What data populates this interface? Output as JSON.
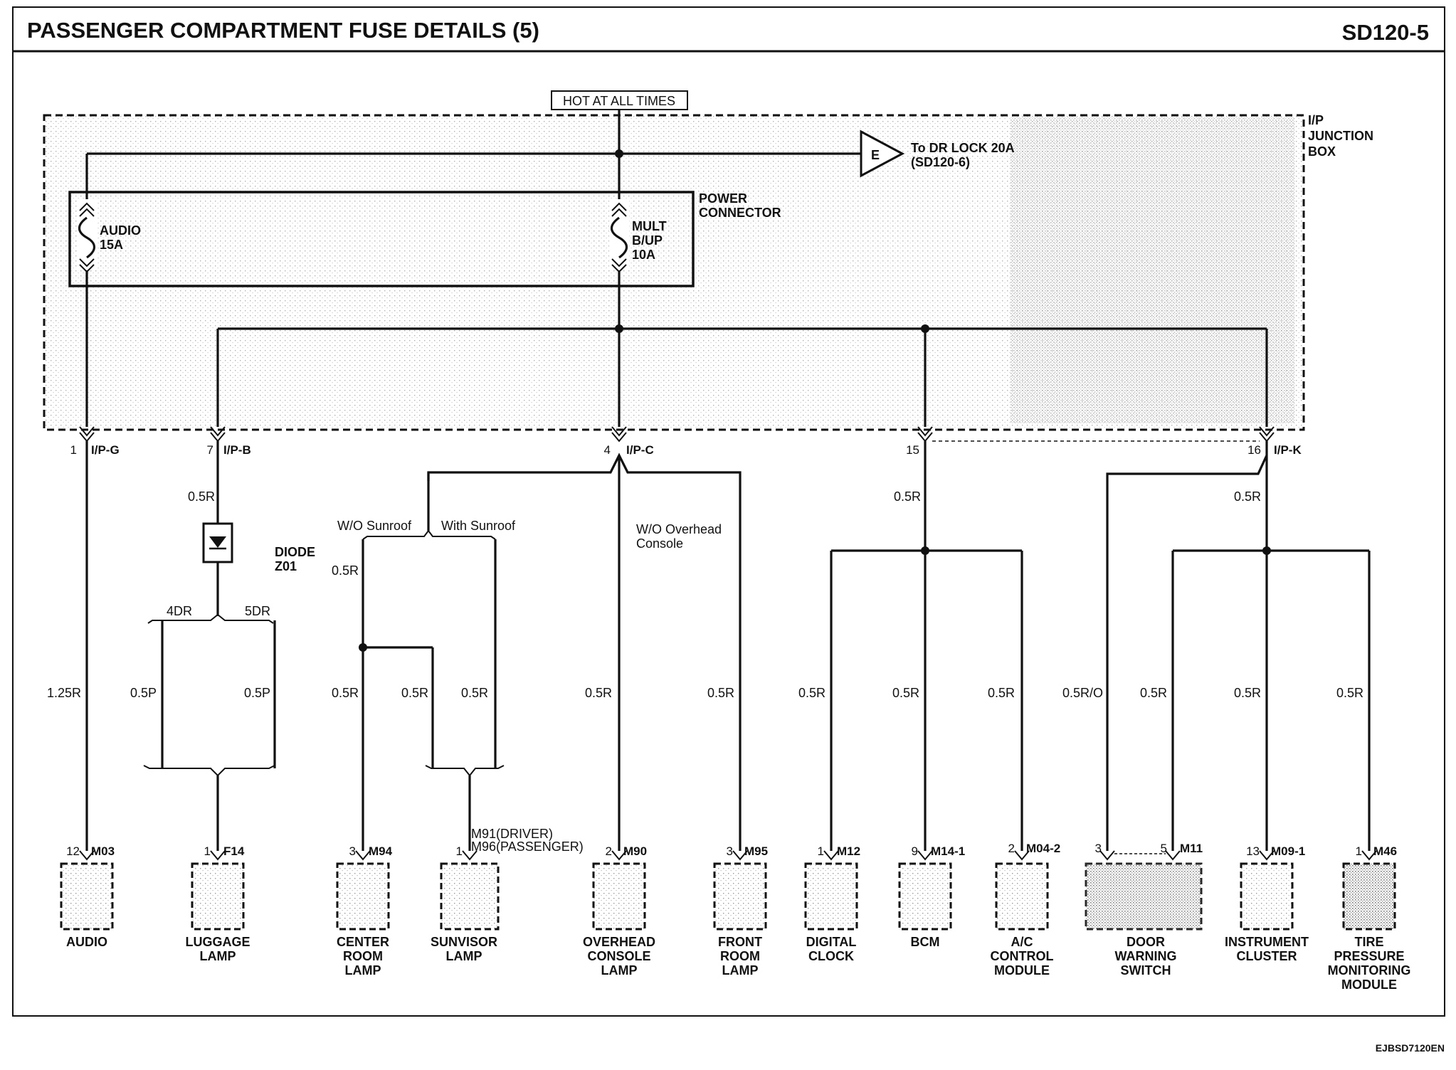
{
  "header": {
    "title": "PASSENGER COMPARTMENT FUSE DETAILS (5)",
    "code": "SD120-5"
  },
  "footer": {
    "code": "EJBSD7120EN"
  },
  "supply": {
    "label": "HOT AT ALL TIMES"
  },
  "junction_box": {
    "line1": "I/P",
    "line2": "JUNCTION",
    "line3": "BOX"
  },
  "power_connector": {
    "line1": "POWER",
    "line2": "CONNECTOR"
  },
  "fuses": {
    "audio": {
      "line1": "AUDIO",
      "line2": "15A"
    },
    "mult": {
      "line1": "MULT",
      "line2": "B/UP",
      "line3": "10A"
    }
  },
  "ref": {
    "letter": "E",
    "line1": "To DR LOCK 20A",
    "line2": "(SD120-6)"
  },
  "diode": {
    "line1": "DIODE",
    "line2": "Z01"
  },
  "jb_pins": {
    "ipg": {
      "pin": "1",
      "conn": "I/P-G"
    },
    "ipb": {
      "pin": "7",
      "conn": "I/P-B"
    },
    "ipc": {
      "pin": "4",
      "conn": "I/P-C"
    },
    "p15": {
      "pin": "15"
    },
    "ipk": {
      "pin": "16",
      "conn": "I/P-K"
    }
  },
  "options": {
    "dr4": "4DR",
    "dr5": "5DR",
    "wo_sunroof": "W/O Sunroof",
    "with_sunroof": "With Sunroof",
    "wo_overhead_1": "W/O Overhead",
    "wo_overhead_2": "Console"
  },
  "wires": {
    "w_diode": "0.5R",
    "w_125r": "1.25R",
    "w_05p_a": "0.5P",
    "w_05p_b": "0.5P",
    "w_sun_top": "0.5R",
    "w_center": "0.5R",
    "w_sun_a": "0.5R",
    "w_sun_b": "0.5R",
    "w_ovh": "0.5R",
    "w_front": "0.5R",
    "w_15_top": "0.5R",
    "w_clock": "0.5R",
    "w_bcm": "0.5R",
    "w_ac": "0.5R",
    "w_16_top": "0.5R",
    "w_dws_a": "0.5R/O",
    "w_dws_b": "0.5R",
    "w_inst": "0.5R",
    "w_tpms": "0.5R"
  },
  "components": {
    "audio": {
      "pin": "12",
      "conn": "M03",
      "name1": "AUDIO"
    },
    "luggage": {
      "pin": "1",
      "conn": "F14",
      "name1": "LUGGAGE",
      "name2": "LAMP"
    },
    "center_room": {
      "pin": "3",
      "conn": "M94",
      "name1": "CENTER",
      "name2": "ROOM",
      "name3": "LAMP"
    },
    "sunvisor": {
      "pin": "1",
      "conn1": "M91(DRIVER)",
      "conn2": "M96(PASSENGER)",
      "name1": "SUNVISOR",
      "name2": "LAMP"
    },
    "overhead": {
      "pin": "2",
      "conn": "M90",
      "name1": "OVERHEAD",
      "name2": "CONSOLE",
      "name3": "LAMP"
    },
    "front_room": {
      "pin": "3",
      "conn": "M95",
      "name1": "FRONT",
      "name2": "ROOM",
      "name3": "LAMP"
    },
    "clock": {
      "pin": "1",
      "conn": "M12",
      "name1": "DIGITAL",
      "name2": "CLOCK"
    },
    "bcm": {
      "pin": "9",
      "conn": "M14-1",
      "name1": "BCM"
    },
    "ac": {
      "pin": "2",
      "conn": "M04-2",
      "name1": "A/C",
      "name2": "CONTROL",
      "name3": "MODULE"
    },
    "door": {
      "pin_a": "3",
      "pin_b": "5",
      "conn": "M11",
      "name1": "DOOR",
      "name2": "WARNING",
      "name3": "SWITCH"
    },
    "instrument": {
      "pin": "13",
      "conn": "M09-1",
      "name1": "INSTRUMENT",
      "name2": "CLUSTER"
    },
    "tpms": {
      "pin": "1",
      "conn": "M46",
      "name1": "TIRE",
      "name2": "PRESSURE",
      "name3": "MONITORING",
      "name4": "MODULE"
    }
  }
}
